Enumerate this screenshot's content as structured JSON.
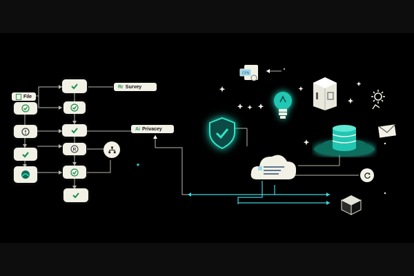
{
  "labels": {
    "file": {
      "prefix": "",
      "text": "File"
    },
    "survey": {
      "prefix": "Rr",
      "text": "Survey"
    },
    "privacy": {
      "prefix": "Ai",
      "text": "Privacey"
    }
  },
  "colors": {
    "background": "#000000",
    "node_fill": "#f2f1e6",
    "check_green": "#1c8a4a",
    "accent_teal": "#2ee6c8",
    "wire": "#b9b9b0",
    "wire_teal": "#3fd7e0"
  },
  "icons": {
    "shield": "shield-check-icon",
    "bulb": "lightbulb-icon",
    "database": "database-icon",
    "cloud": "cloud-document-icon",
    "box": "cube-icon",
    "mail": "envelope-icon",
    "gear": "gear-person-icon",
    "device": "server-box-icon",
    "refresh": "refresh-icon",
    "doc": "document-stack-icon",
    "hierarchy": "org-chart-icon"
  }
}
